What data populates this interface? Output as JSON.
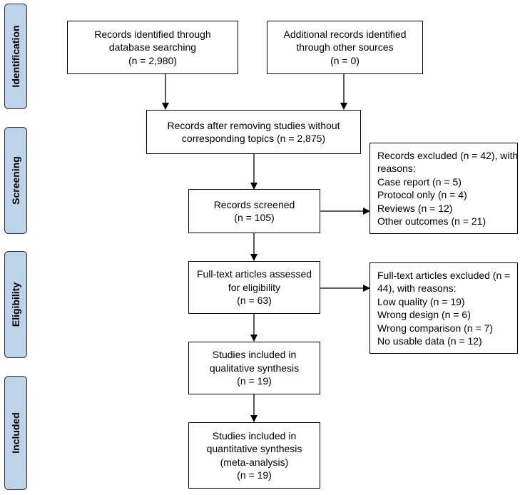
{
  "phases": {
    "identification": "Identification",
    "screening": "Screening",
    "eligibility": "Eligibility",
    "included": "Included"
  },
  "boxes": {
    "records_identified": [
      "Records identified through",
      "database searching",
      "(n = 2,980)"
    ],
    "additional_records": [
      "Additional records identified",
      "through other sources",
      "(n = 0)"
    ],
    "after_removing": [
      "Records after removing studies without",
      "corresponding topics (n = 2,875)"
    ],
    "screened": [
      "Records screened",
      "(n = 105)"
    ],
    "excluded_screening": [
      "Records excluded (n = 42), with",
      "reasons:",
      "Case report (n = 5)",
      "Protocol only (n = 4)",
      "Reviews (n = 12)",
      "Other outcomes (n = 21)"
    ],
    "fulltext_assessed": [
      "Full-text articles assessed",
      "for eligibility",
      "(n = 63)"
    ],
    "fulltext_excluded": [
      "Full-text articles excluded (n =",
      "44), with reasons:",
      "Low quality (n = 19)",
      "Wrong design (n = 6)",
      "Wrong comparison (n = 7)",
      "No usable data (n = 12)"
    ],
    "qualitative": [
      "Studies included in",
      "qualitative synthesis",
      "(n = 19)"
    ],
    "quantitative": [
      "Studies included in",
      "quantitative synthesis",
      "(meta-analysis)",
      "(n = 19)"
    ]
  }
}
